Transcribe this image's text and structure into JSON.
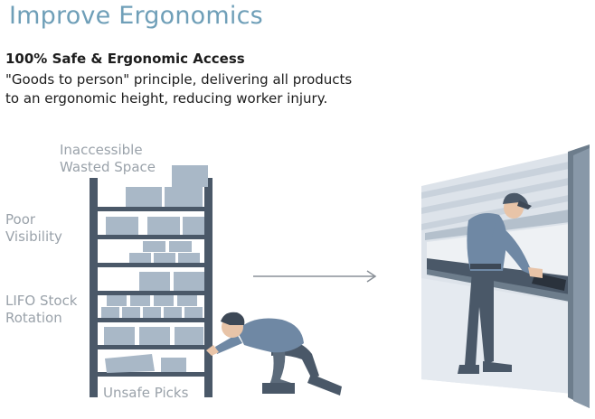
{
  "title": "Improve Ergonomics",
  "subtitle": "100% Safe & Ergonomic Access",
  "description_line1": "\"Goods to person\" principle, delivering all products",
  "description_line2": "to an ergonomic height, reducing worker injury.",
  "labels": {
    "inaccessible_line1": "Inaccessible",
    "inaccessible_line2": "Wasted Space",
    "poor_line1": "Poor",
    "poor_line2": "Visibility",
    "lifo_line1": "LIFO Stock",
    "lifo_line2": "Rotation",
    "unsafe": "Unsafe Picks"
  },
  "colors": {
    "title": "#6f9fb8",
    "shelf": "#4a5868",
    "box": "#a9b8c7",
    "label": "#9aa2aa",
    "machine_light": "#dde3ea",
    "machine_dark": "#6d7d8c"
  }
}
